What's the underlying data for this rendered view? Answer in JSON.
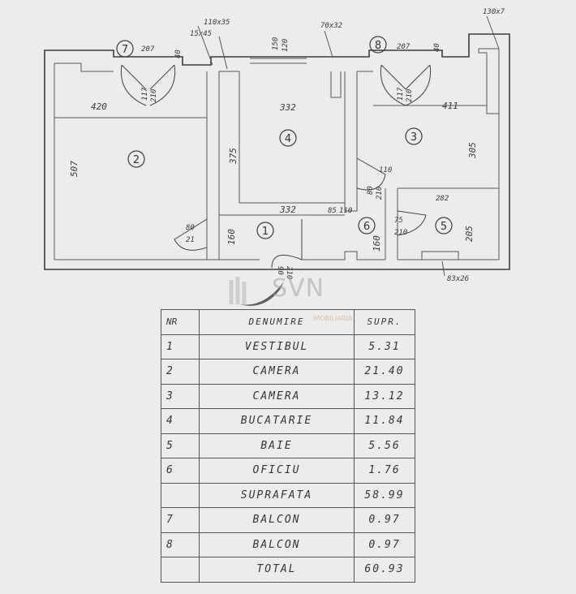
{
  "plan": {
    "rooms": [
      {
        "num": "1"
      },
      {
        "num": "2"
      },
      {
        "num": "3"
      },
      {
        "num": "4"
      },
      {
        "num": "5"
      },
      {
        "num": "6"
      },
      {
        "num": "7"
      },
      {
        "num": "8"
      }
    ],
    "dimensions": {
      "d_110x35": "110x35",
      "d_15x45": "15x45",
      "d_150_120": "150",
      "d_120": "120",
      "d_70x32": "70x32",
      "d_130x7": "130x7",
      "d_207a": "207",
      "d_207b": "207",
      "d_40a": "40",
      "d_40b": "40",
      "d_420": "420",
      "d_332a": "332",
      "d_332b": "332",
      "d_411": "411",
      "d_507": "507",
      "d_375": "375",
      "d_305": "305",
      "d_110": "110",
      "d_80a": "80",
      "d_210a": "210",
      "d_282": "282",
      "d_80b": "80",
      "d_21": "21",
      "d_160a": "160",
      "d_85": "85",
      "d_110b": "110",
      "d_75": "75",
      "d_210b": "210",
      "d_205": "205",
      "d_160b": "160",
      "d_90": "90",
      "d_210c": "210",
      "d_83x26": "83x26",
      "d_117a": "117",
      "d_210d": "210",
      "d_117b": "117",
      "d_210e": "210"
    }
  },
  "watermark": {
    "logo": "SVN",
    "sub": "IMOBILIARIA"
  },
  "legend": {
    "headers": {
      "nr": "NR",
      "name": "DENUMIRE",
      "supr": "SUPR."
    },
    "rows": [
      {
        "nr": "1",
        "name": "VESTIBUL",
        "supr": "5.31"
      },
      {
        "nr": "2",
        "name": "CAMERA",
        "supr": "21.40"
      },
      {
        "nr": "3",
        "name": "CAMERA",
        "supr": "13.12"
      },
      {
        "nr": "4",
        "name": "BUCATARIE",
        "supr": "11.84"
      },
      {
        "nr": "5",
        "name": "BAIE",
        "supr": "5.56"
      },
      {
        "nr": "6",
        "name": "OFICIU",
        "supr": "1.76"
      },
      {
        "nr": "",
        "name": "SUPRAFATA",
        "supr": "58.99"
      },
      {
        "nr": "7",
        "name": "BALCON",
        "supr": "0.97"
      },
      {
        "nr": "8",
        "name": "BALCON",
        "supr": "0.97"
      },
      {
        "nr": "",
        "name": "TOTAL",
        "supr": "60.93"
      }
    ]
  }
}
